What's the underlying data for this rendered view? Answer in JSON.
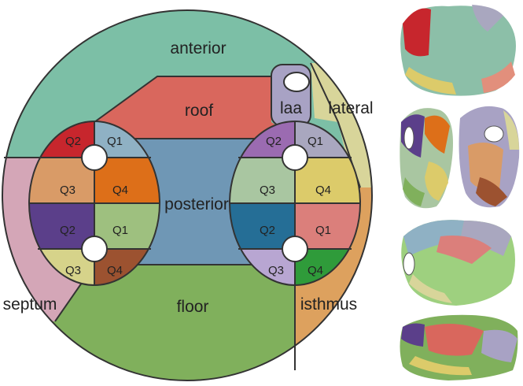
{
  "regions": {
    "anterior": "anterior",
    "roof": "roof",
    "laa": "laa",
    "lateral": "lateral",
    "posterior": "posterior",
    "septum": "septum",
    "floor": "floor",
    "isthmus": "isthmus"
  },
  "left_veins": {
    "superior": [
      "Q1",
      "Q2",
      "Q3",
      "Q4"
    ],
    "inferior": [
      "Q1",
      "Q2",
      "Q3",
      "Q4"
    ]
  },
  "right_veins": {
    "superior": [
      "Q1",
      "Q2",
      "Q3",
      "Q4"
    ],
    "inferior": [
      "Q1",
      "Q2",
      "Q3",
      "Q4"
    ]
  },
  "colors": {
    "anterior": "#7cbfa6",
    "roof": "#d9675d",
    "laa": "#a8a2c4",
    "lateral": "#d8d59a",
    "posterior": "#6f97b5",
    "septum": "#d4a6b7",
    "floor": "#80b05c",
    "isthmus": "#dda15e",
    "lq_sup_q1": "#8fb1c4",
    "lq_sup_q2": "#c7262d",
    "lq_sup_q3": "#d99b67",
    "lq_sup_q4": "#dd6f19",
    "lq_inf_q1": "#9ec07f",
    "lq_inf_q2": "#5b3f8a",
    "lq_inf_q3": "#d6d38a",
    "lq_inf_q4": "#9c5230",
    "rq_sup_q1": "#a9a7bf",
    "rq_sup_q2": "#9b6bb1",
    "rq_sup_q3": "#a9c6a1",
    "rq_sup_q4": "#dccb6a",
    "rq_inf_q1": "#db7f7b",
    "rq_inf_q2": "#256e96",
    "rq_inf_q3": "#b8a6d2",
    "rq_inf_q4": "#2f9b3a"
  }
}
